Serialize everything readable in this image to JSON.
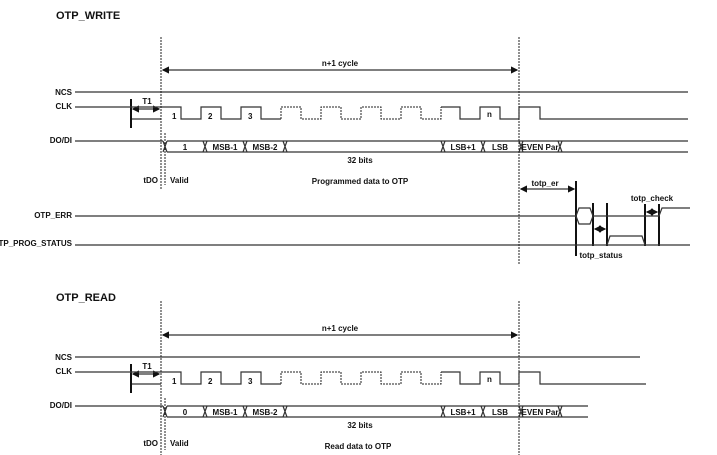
{
  "write": {
    "title": "OTP_WRITE",
    "cycle_label": "n+1 cycle",
    "signals": {
      "ncs": "NCS",
      "clk": "CLK",
      "dodi": "DO/DI",
      "otp_err": "OTP_ERR",
      "otp_prog_status": "OTP_PROG_STATUS"
    },
    "t1": "T1",
    "clk_labels": [
      "1",
      "2",
      "3",
      "n"
    ],
    "bits": [
      "1",
      "MSB-1",
      "MSB-2",
      "LSB+1",
      "LSB",
      "EVEN Par"
    ],
    "bits_total": "32 bits",
    "tdo": "tDO",
    "valid": "Valid",
    "data_caption": "Programmed data to OTP",
    "totp_er": "totp_er",
    "totp_status": "totp_status",
    "totp_check": "totp_check"
  },
  "read": {
    "title": "OTP_READ",
    "cycle_label": "n+1 cycle",
    "signals": {
      "ncs": "NCS",
      "clk": "CLK",
      "dodi": "DO/DI"
    },
    "t1": "T1",
    "clk_labels": [
      "1",
      "2",
      "3",
      "n"
    ],
    "bits": [
      "0",
      "MSB-1",
      "MSB-2",
      "LSB+1",
      "LSB",
      "EVEN Par"
    ],
    "bits_total": "32 bits",
    "tdo": "tDO",
    "valid": "Valid",
    "data_caption": "Read data to OTP"
  }
}
